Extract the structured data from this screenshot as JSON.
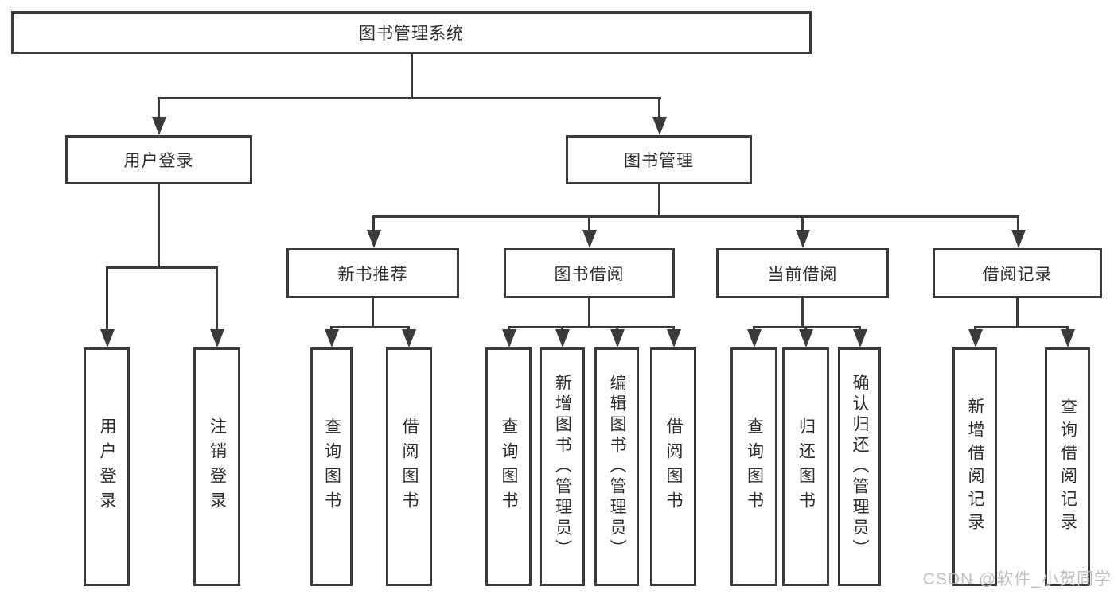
{
  "diagram": {
    "title": "图书管理系统",
    "type": "hierarchy",
    "colors": {
      "line": "#3a3a3a",
      "text": "#2d2d2d",
      "background": "#ffffff",
      "watermark": "#bebebe"
    }
  },
  "nodes": {
    "root": {
      "label": "图书管理系统"
    },
    "user_login": {
      "label": "用户登录"
    },
    "book_mgmt": {
      "label": "图书管理"
    },
    "login": {
      "label": "用户登录"
    },
    "logout": {
      "label": "注销登录"
    },
    "new_book_rec": {
      "label": "新书推荐"
    },
    "book_borrow": {
      "label": "图书借阅"
    },
    "current_borrow": {
      "label": "当前借阅"
    },
    "borrow_record": {
      "label": "借阅记录"
    },
    "nb_query": {
      "label": "查询图书"
    },
    "nb_borrow": {
      "label": "借阅图书"
    },
    "bb_query": {
      "label": "查询图书"
    },
    "bb_add": {
      "label": "新增图书（管理员）"
    },
    "bb_edit": {
      "label": "编辑图书（管理员）"
    },
    "bb_borrow": {
      "label": "借阅图书"
    },
    "cb_query": {
      "label": "查询图书"
    },
    "cb_return": {
      "label": "归还图书"
    },
    "cb_confirm": {
      "label": "确认归还（管理员）"
    },
    "br_add": {
      "label": "新增借阅记录"
    },
    "br_query": {
      "label": "查询借阅记录"
    }
  },
  "watermark": {
    "text": "CSDN @软件_小贺同学"
  }
}
